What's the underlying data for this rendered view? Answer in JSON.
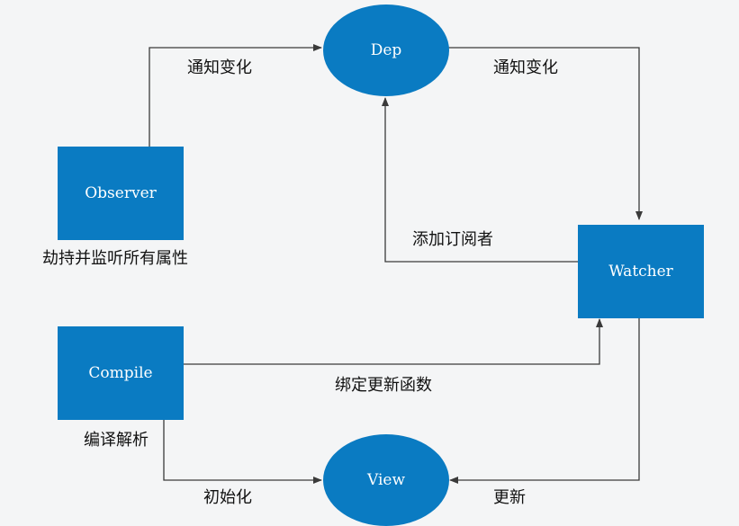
{
  "colors": {
    "node_fill": "#0a7bc2",
    "node_text": "#ffffff",
    "line": "#3a3a3a",
    "background": "#f4f5f6"
  },
  "nodes": {
    "dep": "Dep",
    "observer": "Observer",
    "watcher": "Watcher",
    "compile": "Compile",
    "view": "View"
  },
  "labels": {
    "notify_change_left": "通知变化",
    "notify_change_right": "通知变化",
    "observer_caption": "劫持并监听所有属性",
    "add_subscriber": "添加订阅者",
    "bind_update": "绑定更新函数",
    "compile_caption": "编译解析",
    "initialize": "初始化",
    "update": "更新"
  }
}
